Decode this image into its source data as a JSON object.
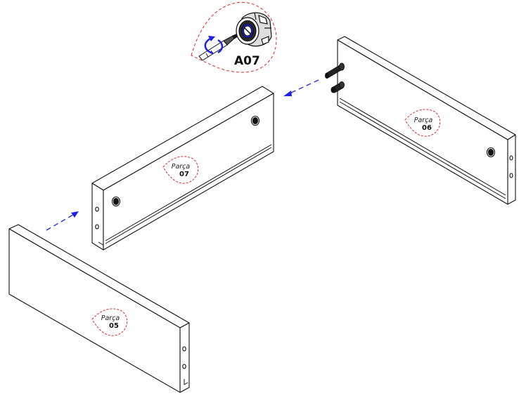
{
  "callout": {
    "code": "A07"
  },
  "parts": [
    {
      "word": "Parça",
      "number": "07"
    },
    {
      "word": "Parça",
      "number": "06"
    },
    {
      "word": "Parça",
      "number": "05"
    }
  ],
  "colors": {
    "line": "#111111",
    "label_outline": "#e0262b",
    "arrow": "#1a22e6"
  }
}
